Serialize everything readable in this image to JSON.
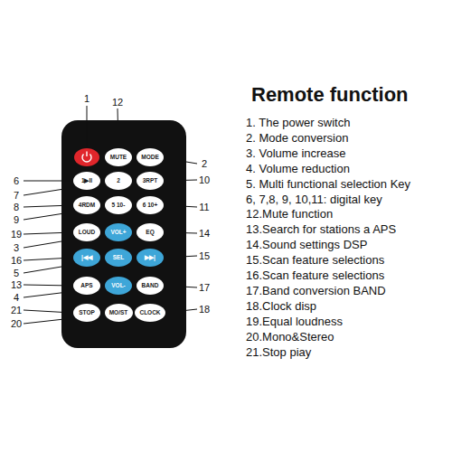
{
  "diagram": {
    "title": "Remote function",
    "nodes": [
      {
        "text": [
          "MUTE"
        ]
      },
      {
        "text": [
          "MODE"
        ]
      },
      {
        "text": [
          "1▶II"
        ]
      },
      {
        "text": [
          "2"
        ]
      },
      {
        "text": [
          "3RPT"
        ]
      },
      {
        "text": [
          "4RDM"
        ]
      },
      {
        "text": [
          "5 10-"
        ]
      },
      {
        "text": [
          "6 10+"
        ]
      },
      {
        "text": [
          "LOUD"
        ]
      },
      {
        "text": [
          "VOL+"
        ]
      },
      {
        "text": [
          "EQ"
        ]
      },
      {
        "text": [
          "|◀◀"
        ]
      },
      {
        "text": [
          "SEL"
        ]
      },
      {
        "text": [
          "▶▶|"
        ]
      },
      {
        "text": [
          "APS"
        ]
      },
      {
        "text": [
          "VOL-"
        ]
      },
      {
        "text": [
          "BAND"
        ]
      },
      {
        "text": [
          "STOP"
        ]
      },
      {
        "text": [
          "MO/ST"
        ]
      },
      {
        "text": [
          "CLOCK"
        ]
      }
    ],
    "labels": [
      "1",
      "12",
      "2",
      "10",
      "11",
      "14",
      "15",
      "17",
      "18",
      "6",
      "7",
      "8",
      "9",
      "19",
      "3",
      "16",
      "5",
      "13",
      "4",
      "21",
      "20",
      "1. The power switch",
      "2. Mode conversion",
      "3. Volume increase",
      "4. Volume reduction",
      "5. Multi functional selection Key",
      "6, 7,8, 9, 10,11: digital key",
      "12.Mute function",
      "13.Search for stations a APS",
      "14.Sound settings DSP",
      "15.Scan feature selections",
      "16.Scan feature selections",
      "17.Band conversion BAND",
      "18.Clock disp",
      "19.Equal loudness",
      "20.Mono&Stereo",
      "21.Stop piay"
    ]
  }
}
